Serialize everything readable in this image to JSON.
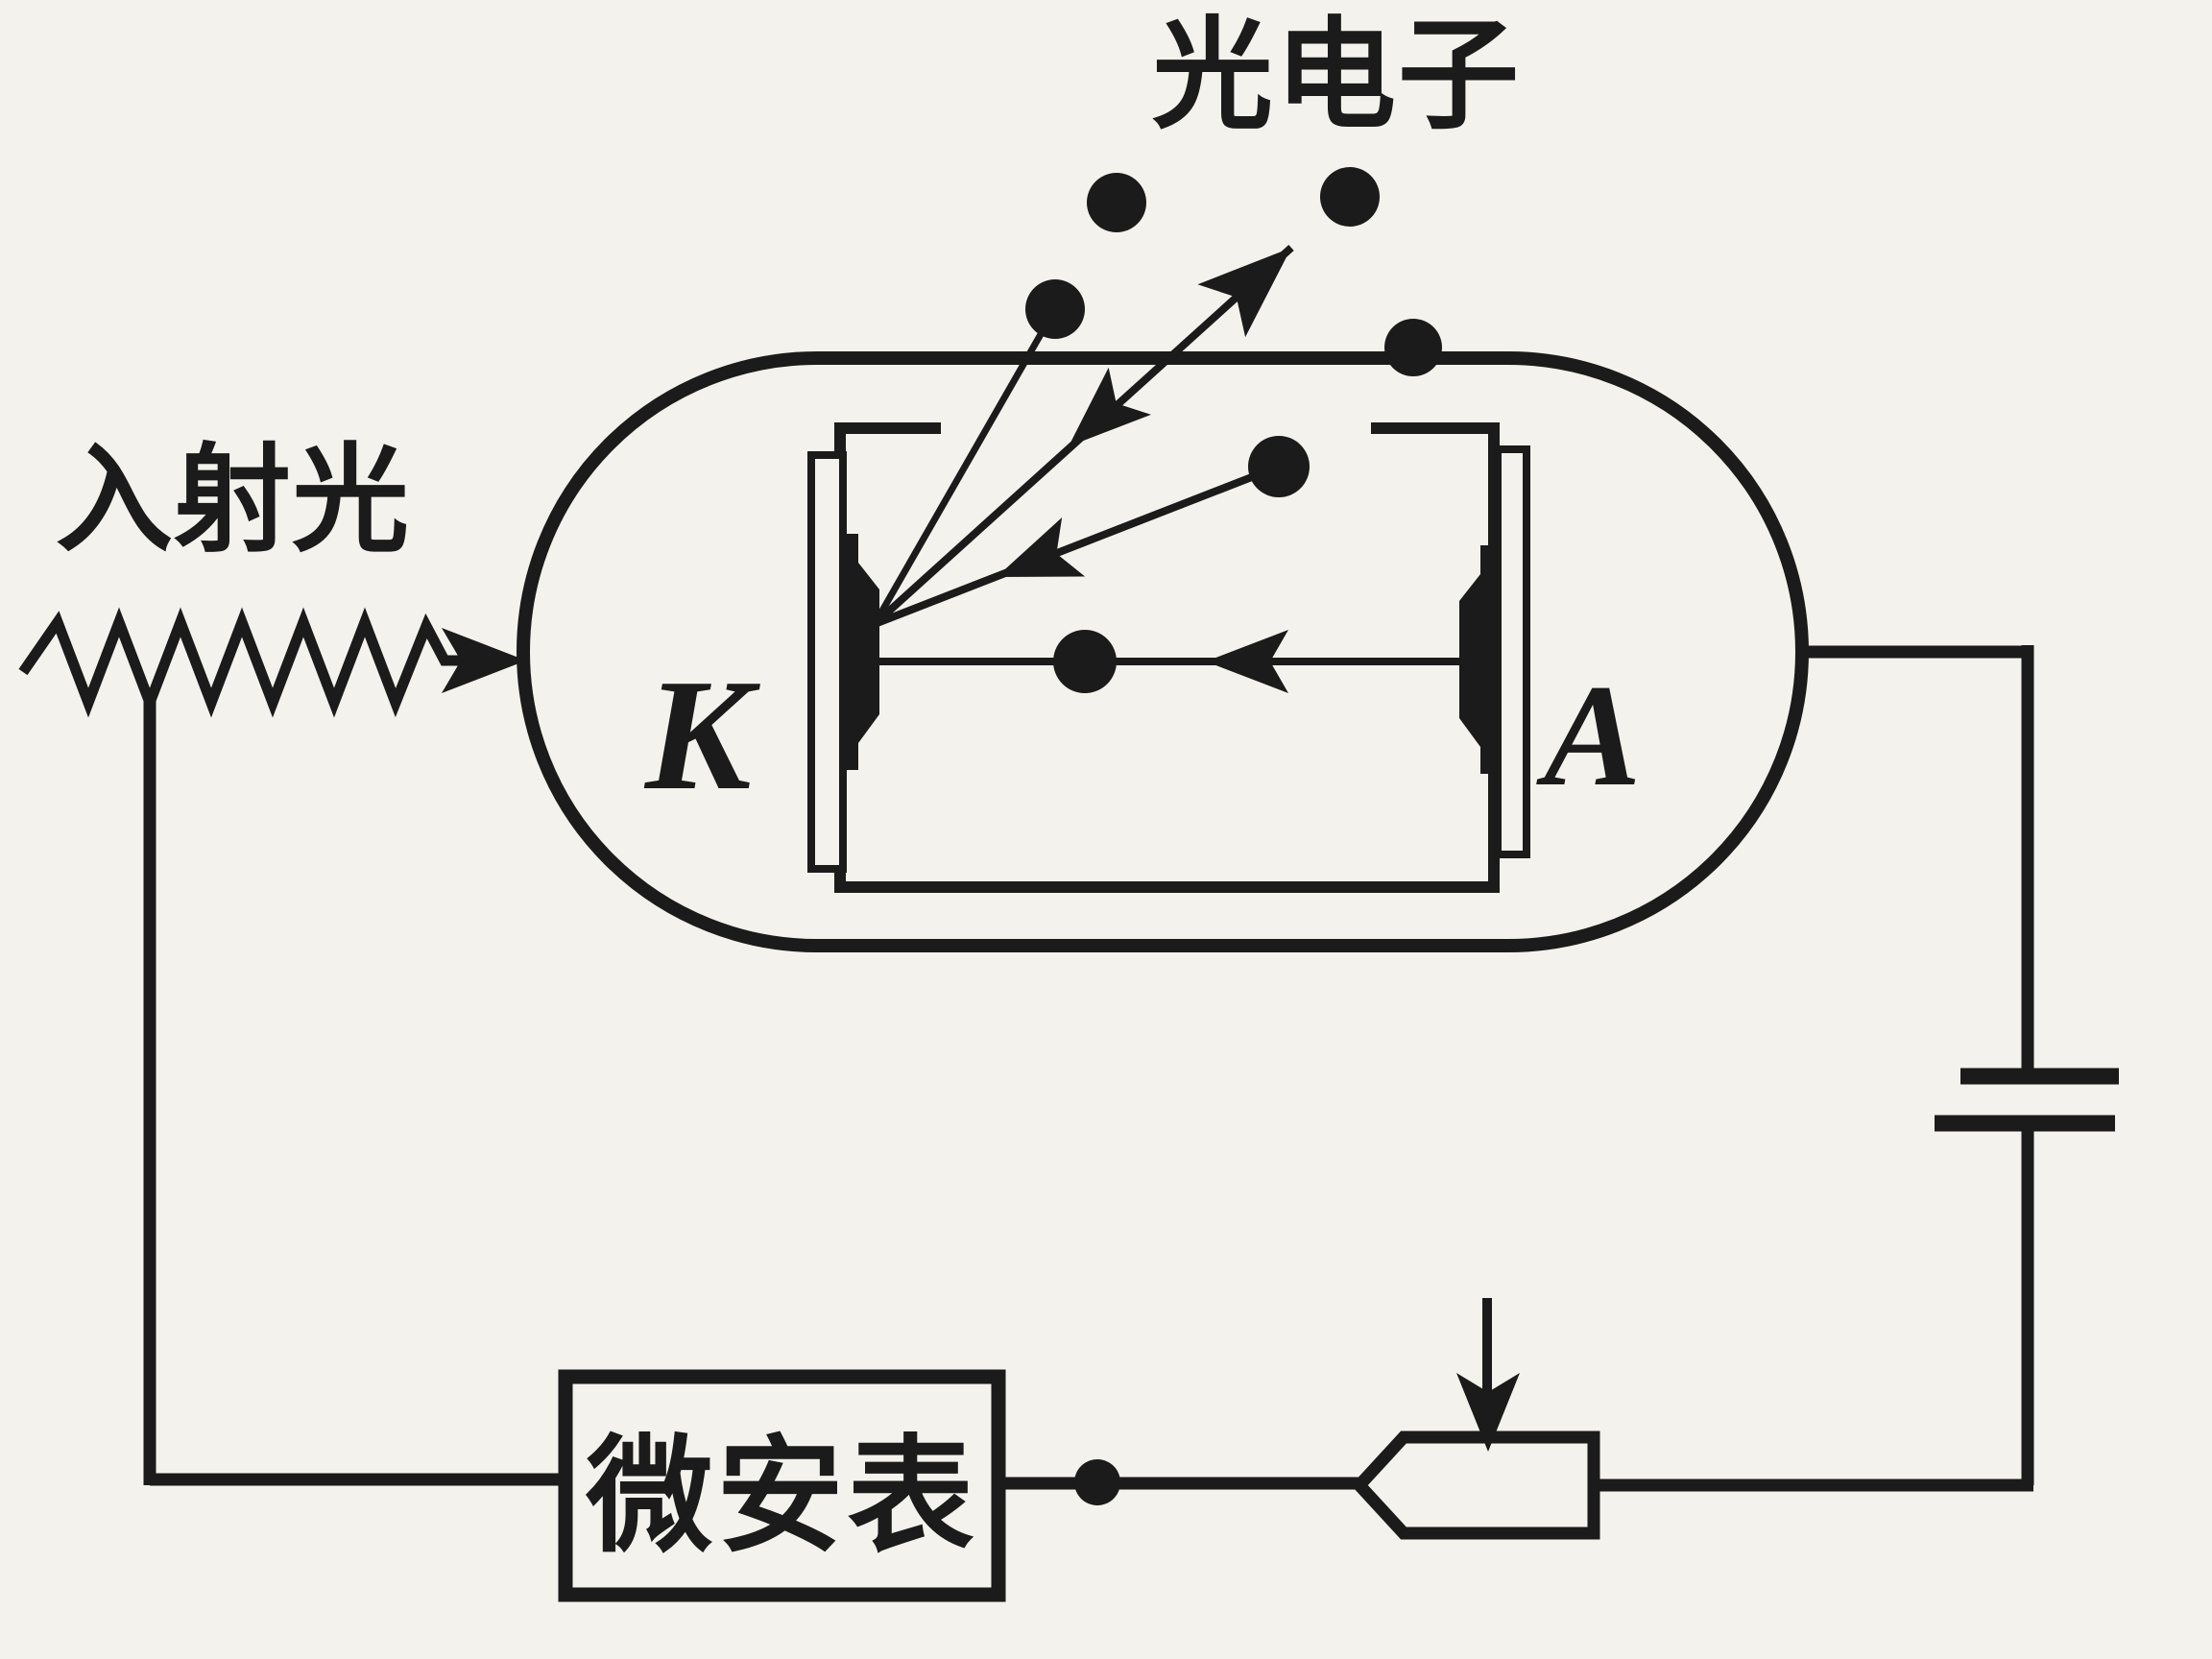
{
  "diagram": {
    "title_label": "光电子",
    "incident_light_label": "入射光",
    "cathode_label": "K",
    "anode_label": "A",
    "meter_label": "微安表",
    "colors": {
      "ink": "#1b1b1b",
      "paper": "#f3f2ed"
    }
  }
}
